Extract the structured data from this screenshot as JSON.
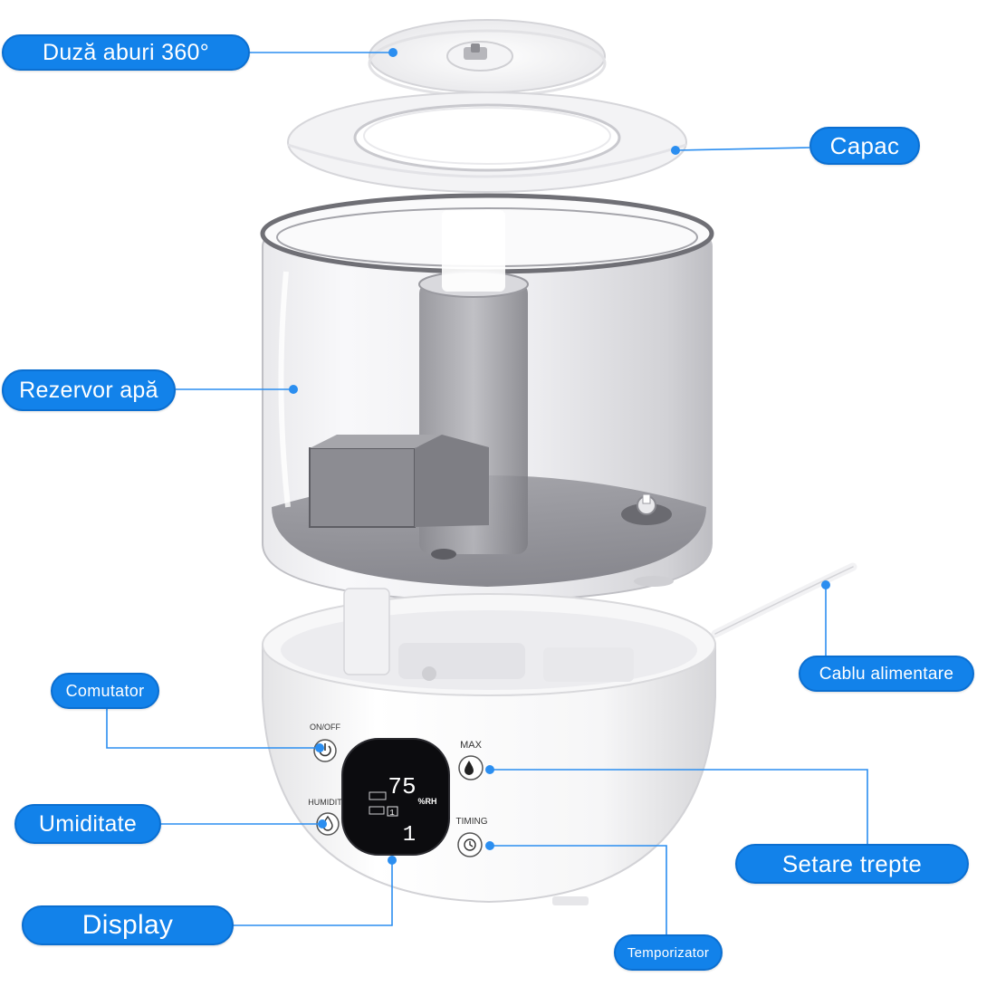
{
  "callouts": {
    "duza": "Duză aburi 360°",
    "capac": "Capac",
    "rezervor": "Rezervor apă",
    "cablu": "Cablu alimentare",
    "comutator": "Comutator",
    "umiditate": "Umiditate",
    "setare": "Setare trepte",
    "display": "Display",
    "temporizator": "Temporizator"
  },
  "device": {
    "on_off_label": "ON/OFF",
    "humidity_label": "HUMIDITY",
    "max_label": "MAX",
    "timing_label": "TIMING",
    "screen": {
      "humidity_value": "75",
      "humidity_unit": "%RH",
      "level_value": "1",
      "indicator_a": "1"
    }
  },
  "colors": {
    "callout_fill": "#1282ea",
    "callout_text": "#ffffff",
    "leader_line": "#2b8ef0",
    "screen_bg": "#0c0c0f"
  }
}
